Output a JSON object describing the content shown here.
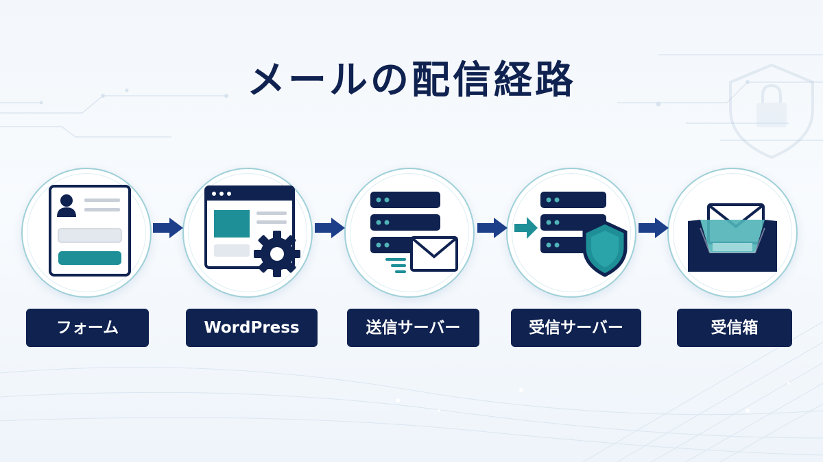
{
  "title": "メールの配信経路",
  "steps": [
    {
      "label": "フォーム",
      "icon": "form-icon"
    },
    {
      "label": "WordPress",
      "icon": "wordpress-admin-icon"
    },
    {
      "label": "送信サーバー",
      "icon": "send-server-icon"
    },
    {
      "label": "受信サーバー",
      "icon": "receive-server-icon"
    },
    {
      "label": "受信箱",
      "icon": "inbox-icon"
    }
  ],
  "colors": {
    "navy": "#0f2250",
    "teal": "#1e8f97",
    "teal_light": "#4fb3b7",
    "gray": "#c9cfd8",
    "arrow": "#1d3f8a"
  },
  "background_icons": [
    "shield-lock-icon"
  ]
}
